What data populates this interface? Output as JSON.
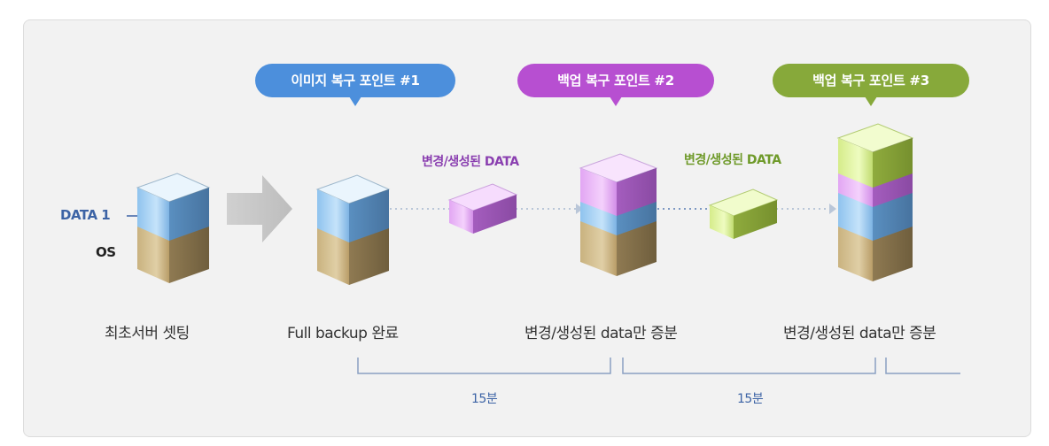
{
  "colors": {
    "blue": "#4c8fdc",
    "purple": "#b74fd1",
    "green": "#87a93a",
    "data_label_purple": "#8a3fb0",
    "data_label_green": "#6f9a2a",
    "interval_blue": "#3c63a5"
  },
  "bubbles": {
    "point1": "이미지 복구 포인트 #1",
    "point2": "백업 복구 포인트 #2",
    "point3": "백업 복구 포인트 #3"
  },
  "labels": {
    "data1": "DATA 1",
    "os": "OS",
    "changed_data_1": "변경/생성된 DATA",
    "changed_data_2": "변경/생성된 DATA",
    "initial_setup": "최초서버 셋팅",
    "full_backup": "Full backup 완료",
    "incremental_1": "변경/생성된 data만 증분",
    "incremental_2": "변경/생성된 data만 증분"
  },
  "intervals": {
    "first": "15분",
    "second": "15분"
  }
}
